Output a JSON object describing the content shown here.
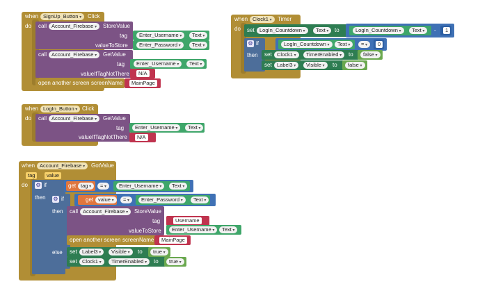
{
  "kw": {
    "when": "when",
    "do": "do",
    "call": "call",
    "set": "set",
    "to": "to",
    "if": "if",
    "then": "then",
    "else": "else",
    "get": "get"
  },
  "signup": {
    "component": "SignUp_Button",
    "event": "Click",
    "store_comp": "Account_Firebase",
    "store_method": "StoreValue",
    "tag_label": "tag",
    "tag_comp": "Enter_Username",
    "tag_prop": "Text",
    "vts_label": "valueToStore",
    "vts_comp": "Enter_Password",
    "vts_prop": "Text",
    "get_comp": "Account_Firebase",
    "get_method": "GetValue",
    "gtag_label": "tag",
    "gtag_comp": "Enter_Username",
    "gtag_prop": "Text",
    "vint_label": "valueIfTagNotThere",
    "vint_val": "N/A",
    "open_label": "open another screen",
    "screen_label": "screenName",
    "screen_val": "MainPage"
  },
  "clock": {
    "component": "Clock1",
    "event": "Timer",
    "set_comp": "LogIn_Countdown",
    "set_prop": "Text",
    "minus_comp": "LogIn_Countdown",
    "minus_prop": "Text",
    "minus_op": "-",
    "minus_num": "1",
    "if_comp": "LogIn_Countdown",
    "if_prop": "Text",
    "if_op": "=",
    "if_num": "0",
    "then1_comp": "Clock1",
    "then1_prop": "TimerEnabled",
    "then1_val": "false",
    "then2_comp": "Label3",
    "then2_prop": "Visible",
    "then2_val": "false"
  },
  "login": {
    "component": "LogIn_Button",
    "event": "Click",
    "get_comp": "Account_Firebase",
    "get_method": "GetValue",
    "tag_label": "tag",
    "tag_comp": "Enter_Username",
    "tag_prop": "Text",
    "vint_label": "valueIfTagNotThere",
    "vint_val": "N/A"
  },
  "got": {
    "component": "Account_Firebase",
    "event": "GotValue",
    "param1": "tag",
    "param2": "value",
    "if1_var": "tag",
    "if1_op": "=",
    "if1_comp": "Enter_Username",
    "if1_prop": "Text",
    "if2_var": "value",
    "if2_op": "=",
    "if2_comp": "Enter_Password",
    "if2_prop": "Text",
    "store_comp": "Account_Firebase",
    "store_method": "StoreValue",
    "tag_label": "tag",
    "tag_val": "Username",
    "vts_label": "valueToStore",
    "vts_comp": "Enter_Username",
    "vts_prop": "Text",
    "open_label": "open another screen",
    "screen_label": "screenName",
    "screen_val": "MainPage",
    "else1_comp": "Label3",
    "else1_prop": "Visible",
    "else1_val": "true",
    "else2_comp": "Clock1",
    "else2_prop": "TimerEnabled",
    "else2_val": "true"
  }
}
